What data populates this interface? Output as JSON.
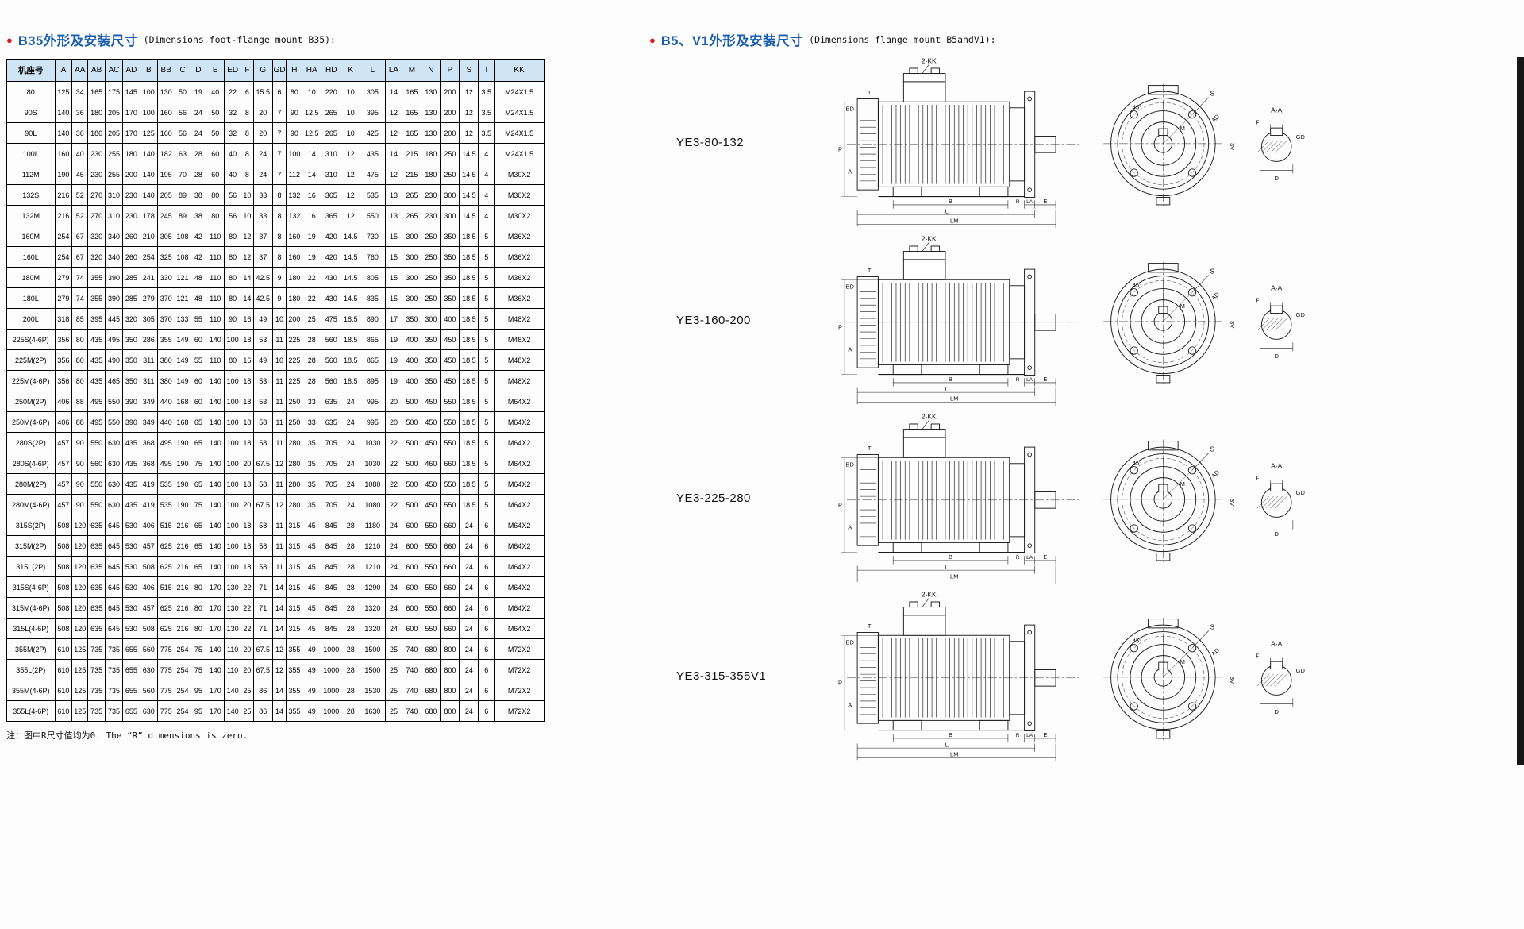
{
  "left": {
    "bullet": "●",
    "title_cn": "B35外形及安装尺寸",
    "title_en": "(Dimensions foot-flange mount B35):",
    "footnote": "注：图中R尺寸值均为0. The “R”  dimensions is zero."
  },
  "right": {
    "bullet": "●",
    "title_cn": "B5、V1外形及安装尺寸",
    "title_en": "(Dimensions flange mount B5andV1):",
    "drawings": [
      {
        "label": "YE3-80-132"
      },
      {
        "label": "YE3-160-200"
      },
      {
        "label": "YE3-225-280"
      },
      {
        "label": "YE3-315-355V1"
      }
    ],
    "annotations": {
      "kk2": "2-KK",
      "t": "T",
      "bd": "BD",
      "p": "P",
      "a": "A",
      "e": "E",
      "b": "B",
      "r": "R",
      "la": "LA",
      "l": "L",
      "lm": "LM",
      "s": "S",
      "ad": "AD",
      "deg45": "45°",
      "m": "M",
      "v3": "3V",
      "section": "A-A",
      "f": "F",
      "gd": "GD",
      "d": "D"
    }
  },
  "table": {
    "headers": [
      "机座号",
      "A",
      "AA",
      "AB",
      "AC",
      "AD",
      "B",
      "BB",
      "C",
      "D",
      "E",
      "ED",
      "F",
      "G",
      "GD",
      "H",
      "HA",
      "HD",
      "K",
      "L",
      "LA",
      "M",
      "N",
      "P",
      "S",
      "T",
      "KK"
    ],
    "rows": [
      [
        "80",
        "125",
        "34",
        "165",
        "175",
        "145",
        "100",
        "130",
        "50",
        "19",
        "40",
        "22",
        "6",
        "15.5",
        "6",
        "80",
        "10",
        "220",
        "10",
        "305",
        "14",
        "165",
        "130",
        "200",
        "12",
        "3.5",
        "M24X1.5"
      ],
      [
        "90S",
        "140",
        "36",
        "180",
        "205",
        "170",
        "100",
        "160",
        "56",
        "24",
        "50",
        "32",
        "8",
        "20",
        "7",
        "90",
        "12.5",
        "265",
        "10",
        "395",
        "12",
        "165",
        "130",
        "200",
        "12",
        "3.5",
        "M24X1.5"
      ],
      [
        "90L",
        "140",
        "36",
        "180",
        "205",
        "170",
        "125",
        "160",
        "56",
        "24",
        "50",
        "32",
        "8",
        "20",
        "7",
        "90",
        "12.5",
        "265",
        "10",
        "425",
        "12",
        "165",
        "130",
        "200",
        "12",
        "3.5",
        "M24X1.5"
      ],
      [
        "100L",
        "160",
        "40",
        "230",
        "255",
        "180",
        "140",
        "182",
        "63",
        "28",
        "60",
        "40",
        "8",
        "24",
        "7",
        "100",
        "14",
        "310",
        "12",
        "435",
        "14",
        "215",
        "180",
        "250",
        "14.5",
        "4",
        "M24X1.5"
      ],
      [
        "112M",
        "190",
        "45",
        "230",
        "255",
        "200",
        "140",
        "195",
        "70",
        "28",
        "60",
        "40",
        "8",
        "24",
        "7",
        "112",
        "14",
        "310",
        "12",
        "475",
        "12",
        "215",
        "180",
        "250",
        "14.5",
        "4",
        "M30X2"
      ],
      [
        "132S",
        "216",
        "52",
        "270",
        "310",
        "230",
        "140",
        "205",
        "89",
        "38",
        "80",
        "56",
        "10",
        "33",
        "8",
        "132",
        "16",
        "365",
        "12",
        "535",
        "13",
        "265",
        "230",
        "300",
        "14.5",
        "4",
        "M30X2"
      ],
      [
        "132M",
        "216",
        "52",
        "270",
        "310",
        "230",
        "178",
        "245",
        "89",
        "38",
        "80",
        "56",
        "10",
        "33",
        "8",
        "132",
        "16",
        "365",
        "12",
        "550",
        "13",
        "265",
        "230",
        "300",
        "14.5",
        "4",
        "M30X2"
      ],
      [
        "160M",
        "254",
        "67",
        "320",
        "340",
        "260",
        "210",
        "305",
        "108",
        "42",
        "110",
        "80",
        "12",
        "37",
        "8",
        "160",
        "19",
        "420",
        "14.5",
        "730",
        "15",
        "300",
        "250",
        "350",
        "18.5",
        "5",
        "M36X2"
      ],
      [
        "160L",
        "254",
        "67",
        "320",
        "340",
        "260",
        "254",
        "325",
        "108",
        "42",
        "110",
        "80",
        "12",
        "37",
        "8",
        "160",
        "19",
        "420",
        "14.5",
        "760",
        "15",
        "300",
        "250",
        "350",
        "18.5",
        "5",
        "M36X2"
      ],
      [
        "180M",
        "279",
        "74",
        "355",
        "390",
        "285",
        "241",
        "330",
        "121",
        "48",
        "110",
        "80",
        "14",
        "42.5",
        "9",
        "180",
        "22",
        "430",
        "14.5",
        "805",
        "15",
        "300",
        "250",
        "350",
        "18.5",
        "5",
        "M36X2"
      ],
      [
        "180L",
        "279",
        "74",
        "355",
        "390",
        "285",
        "279",
        "370",
        "121",
        "48",
        "110",
        "80",
        "14",
        "42.5",
        "9",
        "180",
        "22",
        "430",
        "14.5",
        "835",
        "15",
        "300",
        "250",
        "350",
        "18.5",
        "5",
        "M36X2"
      ],
      [
        "200L",
        "318",
        "85",
        "395",
        "445",
        "320",
        "305",
        "370",
        "133",
        "55",
        "110",
        "90",
        "16",
        "49",
        "10",
        "200",
        "25",
        "475",
        "18.5",
        "890",
        "17",
        "350",
        "300",
        "400",
        "18.5",
        "5",
        "M48X2"
      ],
      [
        "225S(4-6P)",
        "356",
        "80",
        "435",
        "495",
        "350",
        "286",
        "355",
        "149",
        "60",
        "140",
        "100",
        "18",
        "53",
        "11",
        "225",
        "28",
        "560",
        "18.5",
        "865",
        "19",
        "400",
        "350",
        "450",
        "18.5",
        "5",
        "M48X2"
      ],
      [
        "225M(2P)",
        "356",
        "80",
        "435",
        "490",
        "350",
        "311",
        "380",
        "149",
        "55",
        "110",
        "80",
        "16",
        "49",
        "10",
        "225",
        "28",
        "560",
        "18.5",
        "865",
        "19",
        "400",
        "350",
        "450",
        "18.5",
        "5",
        "M48X2"
      ],
      [
        "225M(4-6P)",
        "356",
        "80",
        "435",
        "465",
        "350",
        "311",
        "380",
        "149",
        "60",
        "140",
        "100",
        "18",
        "53",
        "11",
        "225",
        "28",
        "560",
        "18.5",
        "895",
        "19",
        "400",
        "350",
        "450",
        "18.5",
        "5",
        "M48X2"
      ],
      [
        "250M(2P)",
        "406",
        "88",
        "495",
        "550",
        "390",
        "349",
        "440",
        "168",
        "60",
        "140",
        "100",
        "18",
        "53",
        "11",
        "250",
        "33",
        "635",
        "24",
        "995",
        "20",
        "500",
        "450",
        "550",
        "18.5",
        "5",
        "M64X2"
      ],
      [
        "250M(4-6P)",
        "406",
        "88",
        "495",
        "550",
        "390",
        "349",
        "440",
        "168",
        "65",
        "140",
        "100",
        "18",
        "58",
        "11",
        "250",
        "33",
        "635",
        "24",
        "995",
        "20",
        "500",
        "450",
        "550",
        "18.5",
        "5",
        "M64X2"
      ],
      [
        "280S(2P)",
        "457",
        "90",
        "550",
        "630",
        "435",
        "368",
        "495",
        "190",
        "65",
        "140",
        "100",
        "18",
        "58",
        "11",
        "280",
        "35",
        "705",
        "24",
        "1030",
        "22",
        "500",
        "450",
        "550",
        "18.5",
        "5",
        "M64X2"
      ],
      [
        "280S(4-6P)",
        "457",
        "90",
        "560",
        "630",
        "435",
        "368",
        "495",
        "190",
        "75",
        "140",
        "100",
        "20",
        "67.5",
        "12",
        "280",
        "35",
        "705",
        "24",
        "1030",
        "22",
        "500",
        "460",
        "660",
        "18.5",
        "5",
        "M64X2"
      ],
      [
        "280M(2P)",
        "457",
        "90",
        "550",
        "630",
        "435",
        "419",
        "535",
        "190",
        "65",
        "140",
        "100",
        "18",
        "58",
        "11",
        "280",
        "35",
        "705",
        "24",
        "1080",
        "22",
        "500",
        "450",
        "550",
        "18.5",
        "5",
        "M64X2"
      ],
      [
        "280M(4-6P)",
        "457",
        "90",
        "550",
        "630",
        "435",
        "419",
        "535",
        "190",
        "75",
        "140",
        "100",
        "20",
        "67.5",
        "12",
        "280",
        "35",
        "705",
        "24",
        "1080",
        "22",
        "500",
        "450",
        "550",
        "18.5",
        "5",
        "M64X2"
      ],
      [
        "315S(2P)",
        "508",
        "120",
        "635",
        "645",
        "530",
        "406",
        "515",
        "216",
        "65",
        "140",
        "100",
        "18",
        "58",
        "11",
        "315",
        "45",
        "845",
        "28",
        "1180",
        "24",
        "600",
        "550",
        "660",
        "24",
        "6",
        "M64X2"
      ],
      [
        "315M(2P)",
        "508",
        "120",
        "635",
        "645",
        "530",
        "457",
        "625",
        "216",
        "65",
        "140",
        "100",
        "18",
        "58",
        "11",
        "315",
        "45",
        "845",
        "28",
        "1210",
        "24",
        "600",
        "550",
        "660",
        "24",
        "6",
        "M64X2"
      ],
      [
        "315L(2P)",
        "508",
        "120",
        "635",
        "645",
        "530",
        "508",
        "625",
        "216",
        "65",
        "140",
        "100",
        "18",
        "58",
        "11",
        "315",
        "45",
        "845",
        "28",
        "1210",
        "24",
        "600",
        "550",
        "660",
        "24",
        "6",
        "M64X2"
      ],
      [
        "315S(4-6P)",
        "508",
        "120",
        "635",
        "645",
        "530",
        "406",
        "515",
        "216",
        "80",
        "170",
        "130",
        "22",
        "71",
        "14",
        "315",
        "45",
        "845",
        "28",
        "1290",
        "24",
        "600",
        "550",
        "660",
        "24",
        "6",
        "M64X2"
      ],
      [
        "315M(4-6P)",
        "508",
        "120",
        "635",
        "645",
        "530",
        "457",
        "625",
        "216",
        "80",
        "170",
        "130",
        "22",
        "71",
        "14",
        "315",
        "45",
        "845",
        "28",
        "1320",
        "24",
        "600",
        "550",
        "660",
        "24",
        "6",
        "M64X2"
      ],
      [
        "315L(4-6P)",
        "508",
        "120",
        "635",
        "645",
        "530",
        "508",
        "625",
        "216",
        "80",
        "170",
        "130",
        "22",
        "71",
        "14",
        "315",
        "45",
        "845",
        "28",
        "1320",
        "24",
        "600",
        "550",
        "660",
        "24",
        "6",
        "M64X2"
      ],
      [
        "355M(2P)",
        "610",
        "125",
        "735",
        "735",
        "655",
        "560",
        "775",
        "254",
        "75",
        "140",
        "110",
        "20",
        "67.5",
        "12",
        "355",
        "49",
        "1000",
        "28",
        "1500",
        "25",
        "740",
        "680",
        "800",
        "24",
        "6",
        "M72X2"
      ],
      [
        "355L(2P)",
        "610",
        "125",
        "735",
        "735",
        "655",
        "630",
        "775",
        "254",
        "75",
        "140",
        "110",
        "20",
        "67.5",
        "12",
        "355",
        "49",
        "1000",
        "28",
        "1500",
        "25",
        "740",
        "680",
        "800",
        "24",
        "6",
        "M72X2"
      ],
      [
        "355M(4-6P)",
        "610",
        "125",
        "735",
        "735",
        "655",
        "560",
        "775",
        "254",
        "95",
        "170",
        "140",
        "25",
        "86",
        "14",
        "355",
        "49",
        "1000",
        "28",
        "1530",
        "25",
        "740",
        "680",
        "800",
        "24",
        "6",
        "M72X2"
      ],
      [
        "355L(4-6P)",
        "610",
        "125",
        "735",
        "735",
        "655",
        "630",
        "775",
        "254",
        "95",
        "170",
        "140",
        "25",
        "86",
        "14",
        "355",
        "49",
        "1000",
        "28",
        "1630",
        "25",
        "740",
        "680",
        "800",
        "24",
        "6",
        "M72X2"
      ]
    ]
  }
}
